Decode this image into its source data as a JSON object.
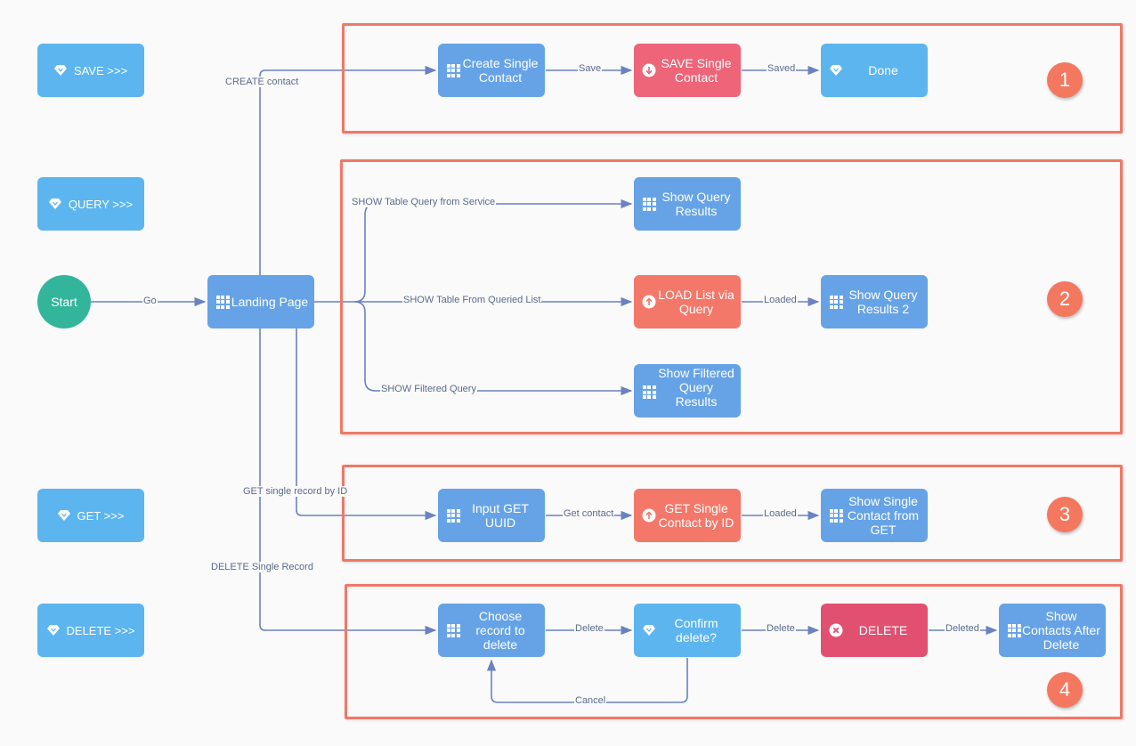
{
  "side_buttons": {
    "save": "SAVE >>>",
    "query": "QUERY >>>",
    "get": "GET >>>",
    "delete": "DELETE >>>"
  },
  "badges": [
    "1",
    "2",
    "3",
    "4"
  ],
  "nodes": {
    "start": "Start",
    "landing": "Landing Page",
    "create_single_contact": "Create Single Contact",
    "save_single_contact": "SAVE Single Contact",
    "done": "Done",
    "show_query_results": "Show Query Results",
    "load_list_via_query": "LOAD List via Query",
    "show_query_results_2": "Show Query Results 2",
    "show_filtered_query_results": "Show Filtered Query Results",
    "input_get_uuid": "Input GET UUID",
    "get_single_contact_by_id": "GET Single Contact by ID",
    "show_single_contact_from_get": "Show Single Contact from GET",
    "choose_record_to_delete": "Choose record to delete",
    "confirm_delete": "Confirm delete?",
    "delete": "DELETE",
    "show_contacts_after_delete": "Show Contacts After Delete"
  },
  "edges": {
    "go": "Go",
    "create_contact": "CREATE contact",
    "save": "Save",
    "saved": "Saved",
    "show_table_query_from_service": "SHOW Table Query from Service",
    "show_table_from_queried_list": "SHOW Table From Queried List",
    "loaded_1": "Loaded",
    "show_filtered_query": "SHOW Filtered Query",
    "get_single_record_by_id": "GET single record by ID",
    "get_contact": "Get contact",
    "loaded_2": "Loaded",
    "delete_single_record": "DELETE Single Record",
    "delete_1": "Delete",
    "delete_2": "Delete",
    "deleted": "Deleted",
    "cancel": "Cancel"
  },
  "colors": {
    "group_border": "#f07866",
    "badge": "#f4785f",
    "screen_node": "#66a3e6",
    "decision_node": "#5cb5ee",
    "data_node": "#f4786a",
    "save_node": "#ee6478",
    "delete_node": "#e15070",
    "start_node": "#33b59b",
    "connector": "#6a82c0"
  },
  "icons": {
    "screen": "grid-icon",
    "decision": "diamond-icon",
    "load": "upload-circle-icon",
    "save": "download-circle-icon",
    "delete": "x-circle-icon"
  }
}
